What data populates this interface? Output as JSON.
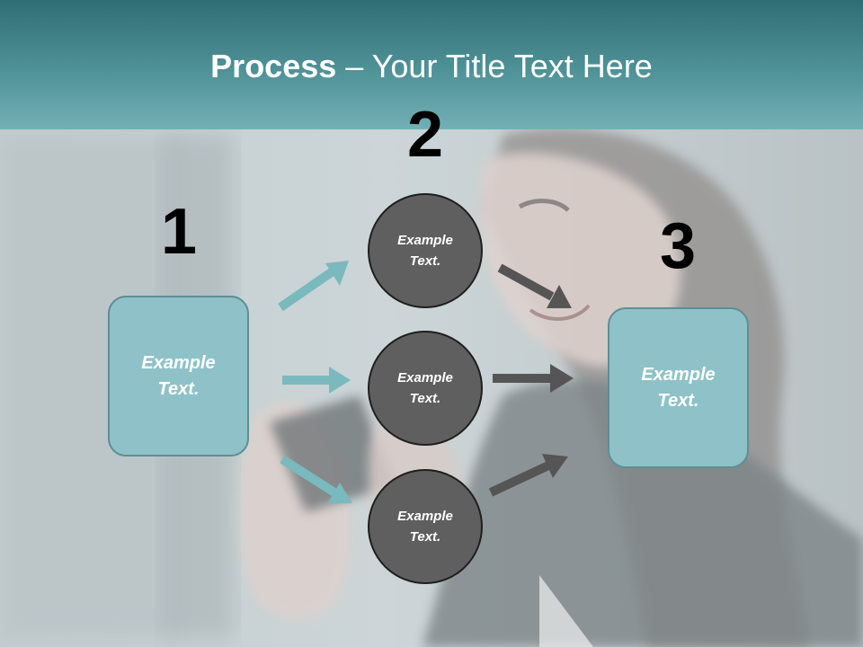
{
  "title": {
    "bold": "Process",
    "rest": " – Your Title Text Here"
  },
  "steps": {
    "one": "1",
    "two": "2",
    "three": "3"
  },
  "left_box": {
    "text": "Example Text."
  },
  "circles": [
    {
      "text": "Example Text."
    },
    {
      "text": "Example Text."
    },
    {
      "text": "Example Text."
    }
  ],
  "right_box": {
    "text": "Example Text."
  },
  "colors": {
    "header": "#4f9298",
    "box_fill": "#8ec2c8",
    "circle_fill": "#5f5f5f",
    "teal_arrow": "#7ab9be",
    "gray_arrow": "#5a5a5a"
  }
}
